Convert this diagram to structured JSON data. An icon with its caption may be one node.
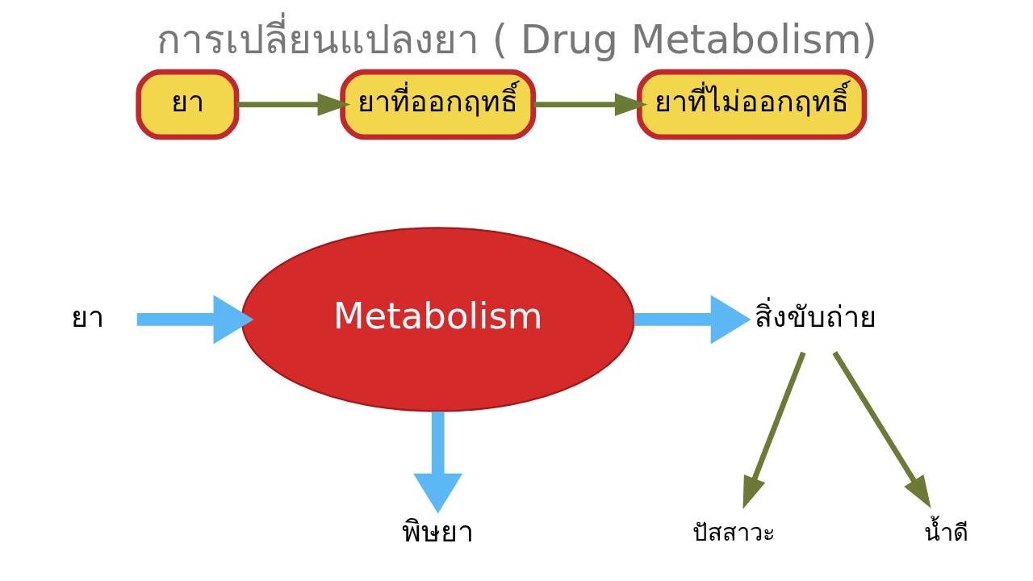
{
  "diagram": {
    "title": "การเปลี่ยนแปลงยา ( Drug Metabolism)",
    "nodes": [
      {
        "text": [
          "ยา"
        ]
      },
      {
        "text": [
          "ยาที่ออกฤทธิ์"
        ]
      },
      {
        "text": [
          "ยาที่ไม่ออกฤทธิ์"
        ]
      },
      {
        "text": [
          "ยา"
        ]
      },
      {
        "text": [
          "Metabolism"
        ]
      },
      {
        "text": [
          "สิ่งขับถ่าย"
        ]
      },
      {
        "text": [
          "พิษยา"
        ]
      },
      {
        "text": [
          "ปัสสาวะ"
        ]
      },
      {
        "text": [
          "น้ำดี"
        ]
      }
    ],
    "edges": [
      {
        "from": 0,
        "to": 1,
        "arrow": "to"
      },
      {
        "from": 1,
        "to": 2,
        "arrow": "to"
      },
      {
        "from": 3,
        "to": 4,
        "arrow": "to",
        "style": "thick",
        "color": "#5bb8f5"
      },
      {
        "from": 4,
        "to": 5,
        "arrow": "to",
        "style": "thick",
        "color": "#5bb8f5"
      },
      {
        "from": 4,
        "to": 6,
        "arrow": "to",
        "style": "thick",
        "color": "#5bb8f5"
      },
      {
        "from": 5,
        "to": 7,
        "arrow": "to"
      },
      {
        "from": 5,
        "to": 8,
        "arrow": "to"
      }
    ]
  }
}
